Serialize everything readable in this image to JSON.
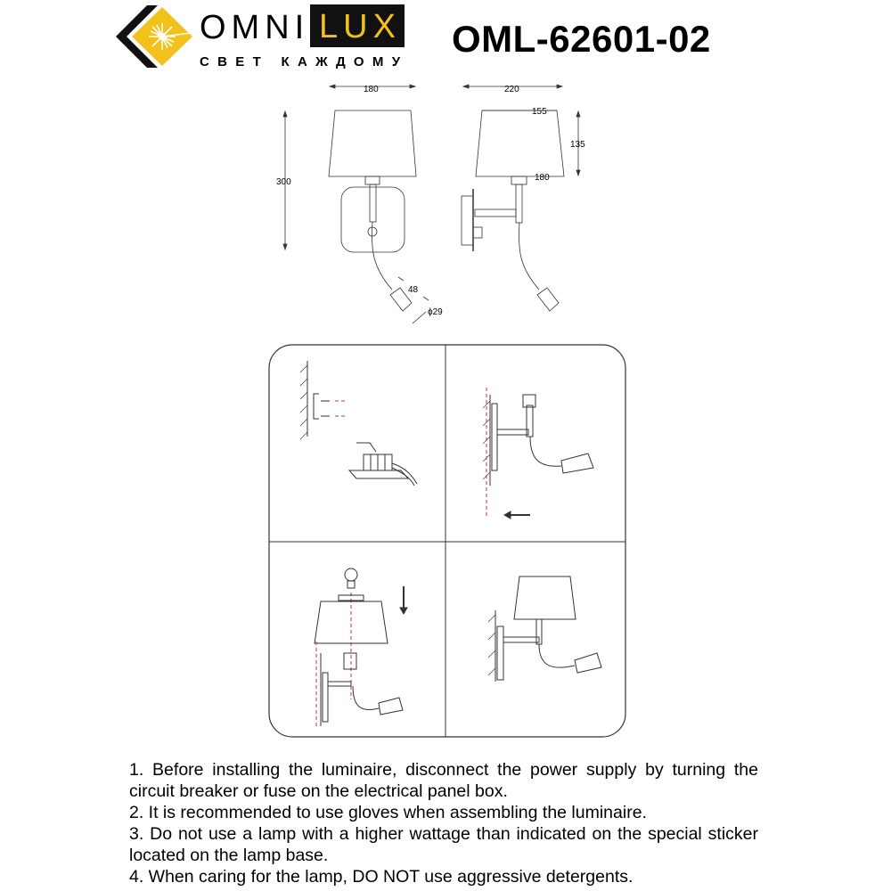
{
  "brand": {
    "name_part1": "OMNI",
    "name_part2": "LUX",
    "tagline": "СВЕТ КАЖДОМУ",
    "colors": {
      "yellow": "#f2c21b",
      "black": "#111111"
    }
  },
  "model": "OML-62601-02",
  "dimensions": {
    "front_width": "180",
    "height": "300",
    "side_depth": "220",
    "shade_top": "155",
    "shade_bottom": "180",
    "shade_height": "135",
    "reading_light_length": "48",
    "reading_light_diameter": "ϕ29"
  },
  "notes": [
    "1. Before installing the luminaire, disconnect the power supply by turning the circuit breaker or fuse on the electrical panel box.",
    "2. It is recommended to use gloves when assembling the luminaire.",
    "3. Do not use a lamp with a higher wattage than indicated on the special sticker located on the lamp base.",
    "4. When caring for the lamp, DO NOT use aggressive detergents."
  ]
}
